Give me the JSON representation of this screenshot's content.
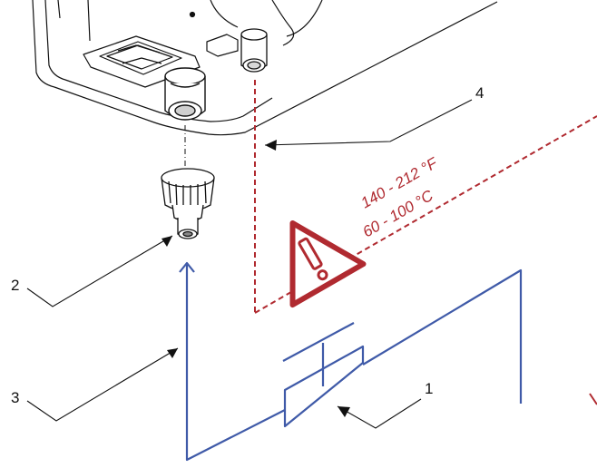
{
  "callouts": {
    "c1": "1",
    "c2": "2",
    "c3": "3",
    "c4": "4"
  },
  "temperature": {
    "fahrenheit": "140 - 212 °F",
    "celsius": "60 - 100 °C"
  },
  "icons": {
    "warning": "warning-triangle-icon",
    "valve": "valve-symbol-icon"
  },
  "colors": {
    "pipe": "#3f5aa8",
    "hot_zone": "#b02a30",
    "line": "#111111"
  }
}
